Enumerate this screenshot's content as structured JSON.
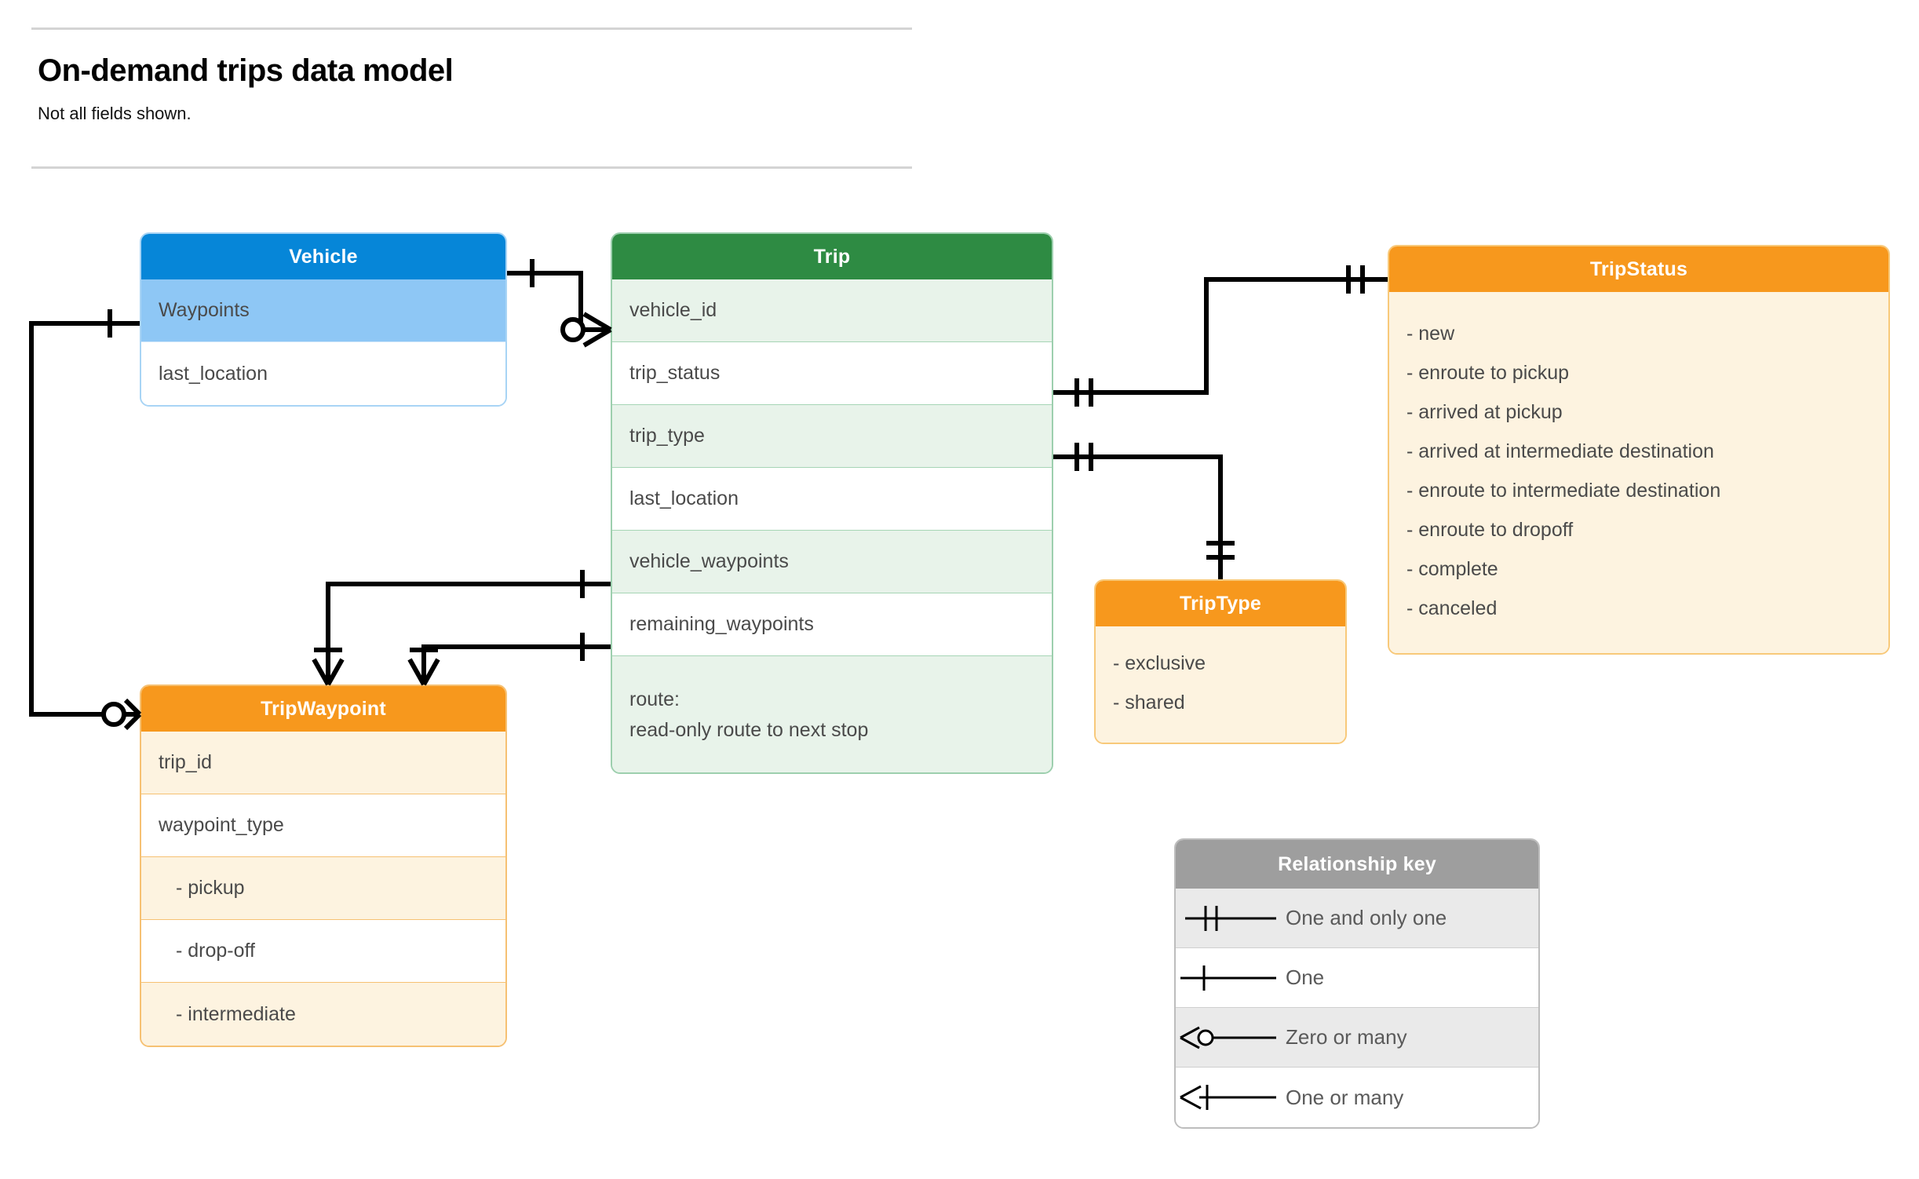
{
  "header": {
    "title": "On-demand trips data model",
    "subtitle": "Not all fields shown."
  },
  "colors": {
    "vehicle_header": "#0686D8",
    "vehicle_row_alt": "#8EC7F5",
    "trip_header": "#2E8B43",
    "trip_row_alt": "#E8F3EA",
    "orange_header": "#F7981D",
    "orange_row_alt": "#FDF3E0",
    "key_header": "#9E9E9E",
    "key_row_alt": "#EAEAEA",
    "connector": "#000000",
    "rule": "#D4D4D4"
  },
  "entities": {
    "vehicle": {
      "name": "Vehicle",
      "fields": [
        {
          "label": "Waypoints"
        },
        {
          "label": "last_location"
        }
      ]
    },
    "trip": {
      "name": "Trip",
      "fields": [
        {
          "label": "vehicle_id"
        },
        {
          "label": "trip_status"
        },
        {
          "label": "trip_type"
        },
        {
          "label": "last_location"
        },
        {
          "label": "vehicle_waypoints"
        },
        {
          "label": "remaining_waypoints"
        }
      ],
      "route_line1": "route:",
      "route_line2": "read-only route to next stop"
    },
    "tripstatus": {
      "name": "TripStatus",
      "values": [
        "- new",
        "- enroute to pickup",
        "- arrived at pickup",
        "- arrived at intermediate destination",
        "- enroute to intermediate destination",
        "- enroute to dropoff",
        "- complete",
        "- canceled"
      ]
    },
    "triptype": {
      "name": "TripType",
      "values": [
        "- exclusive",
        "- shared"
      ]
    },
    "tripwaypoint": {
      "name": "TripWaypoint",
      "fields": [
        {
          "label": "trip_id"
        },
        {
          "label": "waypoint_type"
        },
        {
          "label": "-  pickup"
        },
        {
          "label": "-  drop-off"
        },
        {
          "label": "-  intermediate"
        }
      ]
    }
  },
  "relationship_key": {
    "title": "Relationship key",
    "items": [
      {
        "symbol": "one-and-only-one",
        "label": "One and only one"
      },
      {
        "symbol": "one",
        "label": "One"
      },
      {
        "symbol": "zero-or-many",
        "label": "Zero or many"
      },
      {
        "symbol": "one-or-many",
        "label": "One or many"
      }
    ]
  },
  "relationships": [
    {
      "from": "Vehicle",
      "from_cardinality": "one",
      "to": "Trip.vehicle_id",
      "to_cardinality": "zero-or-many"
    },
    {
      "from": "Vehicle.Waypoints",
      "from_cardinality": "one",
      "to": "TripWaypoint",
      "to_cardinality": "zero-or-many"
    },
    {
      "from": "Trip.trip_status",
      "from_cardinality": "one-and-only-one",
      "to": "TripStatus",
      "to_cardinality": "one-and-only-one"
    },
    {
      "from": "Trip.trip_type",
      "from_cardinality": "one-and-only-one",
      "to": "TripType",
      "to_cardinality": "one-and-only-one"
    },
    {
      "from": "Trip.vehicle_waypoints",
      "from_cardinality": "one",
      "to": "TripWaypoint",
      "to_cardinality": "one-or-many"
    },
    {
      "from": "Trip.remaining_waypoints",
      "from_cardinality": "one",
      "to": "TripWaypoint",
      "to_cardinality": "one-or-many"
    }
  ]
}
